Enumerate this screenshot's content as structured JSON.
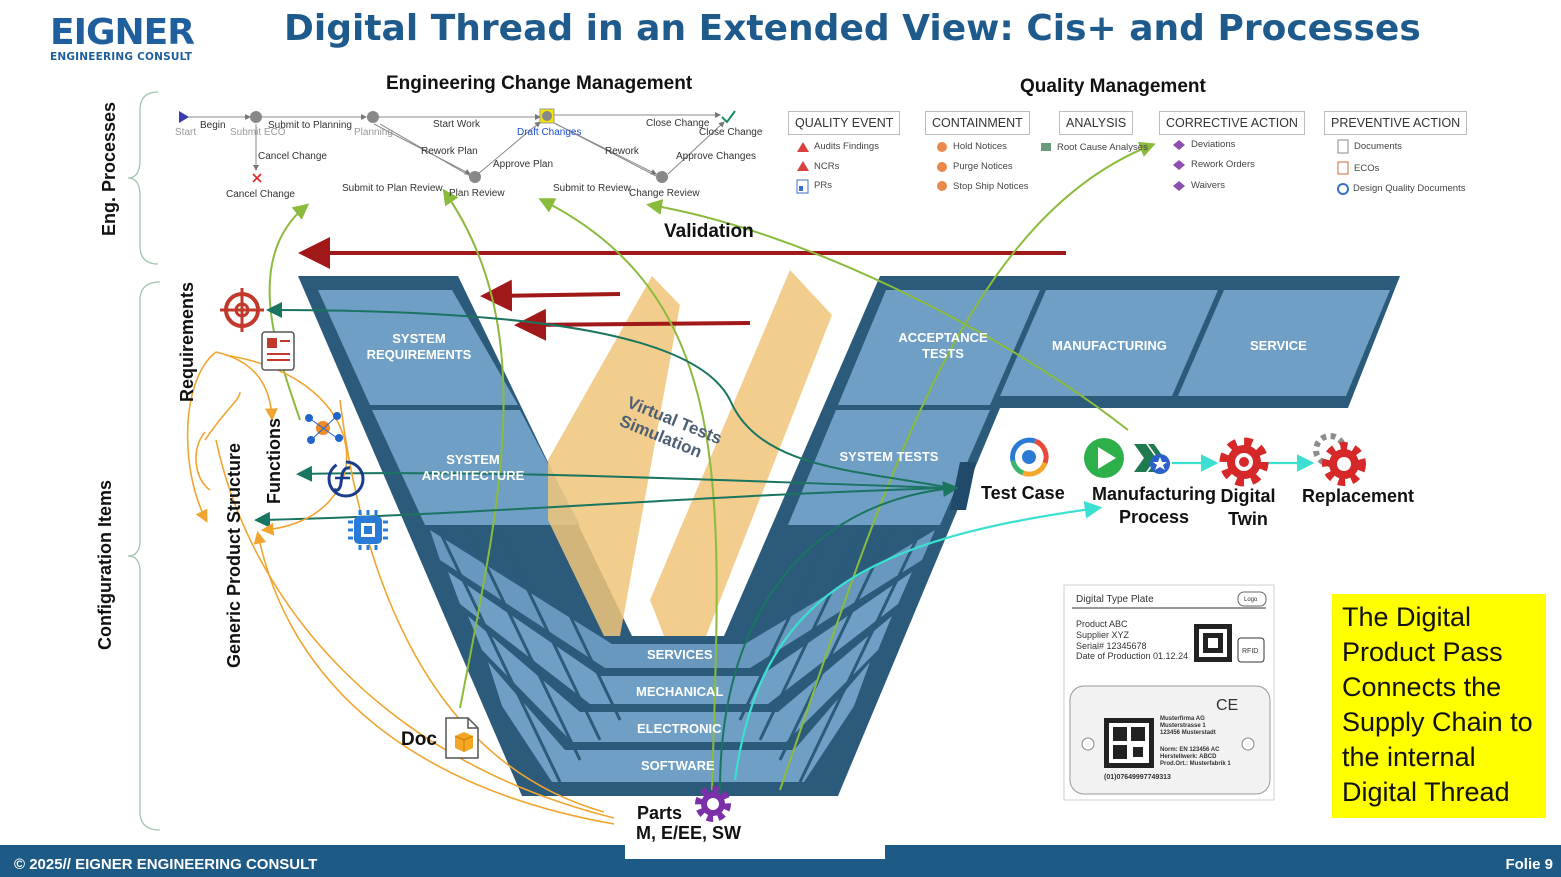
{
  "header": {
    "logo": "EIGNER",
    "logo_sub": "ENGINEERING CONSULT",
    "title": "Digital Thread in an Extended View: Cis+ and Processes"
  },
  "ecm": {
    "title": "Engineering Change Management",
    "nodes": [
      "Start",
      "Submit ECO",
      "Planning",
      "Draft Changes",
      "Cancel Change",
      "Plan Review",
      "Change Review"
    ],
    "transitions": [
      "Begin",
      "Submit to Planning",
      "Cancel Change",
      "Start Work",
      "Rework Plan",
      "Approve Plan",
      "Submit to Plan Review",
      "Submit to Review",
      "Rework",
      "Close Change",
      "Close Change",
      "Approve Changes"
    ]
  },
  "qm": {
    "title": "Quality Management",
    "boxes": [
      {
        "label": "QUALITY EVENT",
        "items": [
          "Audits Findings",
          "NCRs",
          "PRs"
        ]
      },
      {
        "label": "CONTAINMENT",
        "items": [
          "Hold Notices",
          "Purge Notices",
          "Stop Ship Notices"
        ]
      },
      {
        "label": "ANALYSIS",
        "items": [
          "Root Cause Analyses"
        ]
      },
      {
        "label": "CORRECTIVE ACTION",
        "items": [
          "Deviations",
          "Rework Orders",
          "Waivers"
        ]
      },
      {
        "label": "PREVENTIVE ACTION",
        "items": [
          "Documents",
          "ECOs",
          "Design Quality Documents"
        ]
      }
    ]
  },
  "validation": "Validation",
  "vmodel": {
    "left": [
      "SYSTEM REQUIREMENTS",
      "SYSTEM ARCHITECTURE"
    ],
    "right": [
      "ACCEPTANCE TESTS",
      "SYSTEM TESTS"
    ],
    "extra": [
      "MANUFACTURING",
      "SERVICE"
    ],
    "bands": [
      "SERVICES",
      "MECHANICAL",
      "ELECTRONIC",
      "SOFTWARE"
    ],
    "virtual": "Virtual Tests Simulation"
  },
  "side": {
    "eng_processes": "Eng. Processes",
    "configuration_items": "Configuration Items",
    "requirements": "Requirements",
    "generic_product_structure": "Generic Product Structure",
    "functions": "Functions"
  },
  "items": {
    "doc": "Doc",
    "parts_line1": "Parts",
    "parts_line2": "M, E/EE, SW",
    "test_case": "Test Case",
    "manufacturing_process": "Manufacturing Process",
    "digital_twin": "Digital Twin",
    "replacement": "Replacement"
  },
  "type_plate": {
    "title": "Digital Type Plate",
    "logo": "Logo",
    "lines": [
      "Product ABC",
      "Supplier XYZ",
      "Serial# 12345678",
      "Date of Production 01.12.24"
    ],
    "rfid": "RFID",
    "ce": "CE",
    "plate_lines": [
      "Musterfirma AG",
      "Musterstrasse 1",
      "123456 Musterstadt",
      "Norm: EN 123456 AC",
      "Herstellwerk: ABCD",
      "Prod.Ort.: Musterfabrik 1"
    ],
    "code": "(01)07649997749313"
  },
  "dpp": "The Digital Product Pass Connects the Supply Chain to the internal Digital Thread",
  "footer": {
    "left": "© 2025// EIGNER ENGINEERING CONSULT",
    "right": "Folie 9"
  },
  "colors": {
    "title_blue": "#1e5b8c",
    "v_dark": "#2b5a7a",
    "v_light": "#6f9fc4",
    "arrow_red": "#a01818",
    "arrow_green": "#8bbb3c",
    "arrow_teal": "#1a7560",
    "arrow_cyan": "#3be0d0",
    "arrow_orange": "#f0a530",
    "dpp_yellow": "#ffff00",
    "footer_blue": "#1e5a86"
  }
}
